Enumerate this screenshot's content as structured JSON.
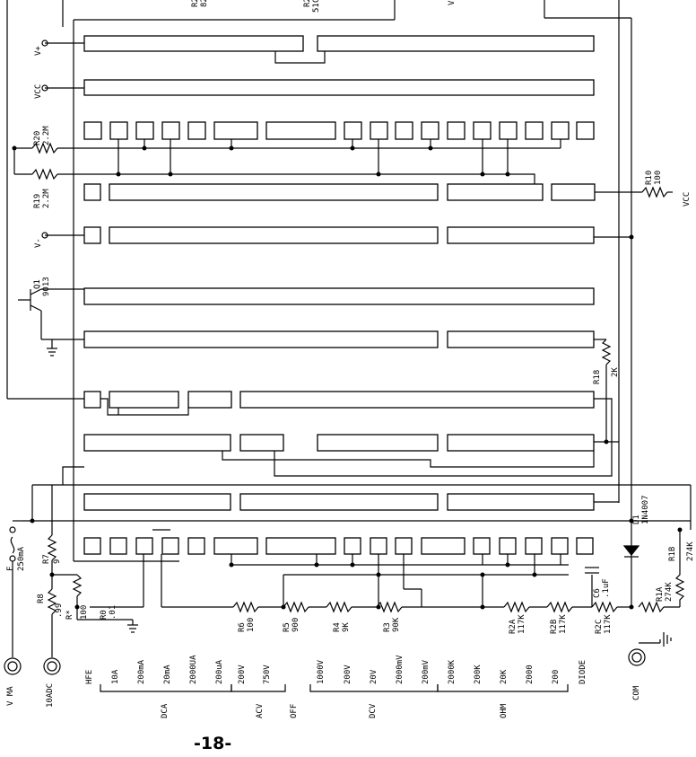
{
  "page_number": "-18-",
  "supplies": {
    "v_plus": "V+",
    "vcc_left": "VCC",
    "v_minus": "V-",
    "vcc_right": "VCC"
  },
  "top_labels": {
    "r2_partial": "R2",
    "r2_partial_val": "82",
    "r2b_partial": "R2",
    "r2b_partial_val": "51C",
    "v_partial": "V"
  },
  "resistors": {
    "r20": [
      "R20",
      "2.2M"
    ],
    "r19": [
      "R19",
      "2.2M"
    ],
    "r10": [
      "R10",
      "100"
    ],
    "r18": [
      "R18",
      "2K"
    ],
    "r7": [
      "R7",
      "9"
    ],
    "r8": [
      "R8",
      ".99"
    ],
    "rstar": [
      "R*",
      "100"
    ],
    "r0": [
      "R0",
      ".01"
    ],
    "r6": [
      "R6",
      "100"
    ],
    "r5": [
      "R5",
      "900"
    ],
    "r4": [
      "R4",
      "9K"
    ],
    "r3": [
      "R3",
      "90K"
    ],
    "r2a": [
      "R2A",
      "117K"
    ],
    "r2b": [
      "R2B",
      "117K"
    ],
    "r2c": [
      "R2C",
      "117K"
    ],
    "r1a": [
      "R1A",
      "274K"
    ],
    "r1b": [
      "R1B",
      "274K"
    ]
  },
  "components": {
    "q1": [
      "Q1",
      "9013"
    ],
    "fuse": [
      "F",
      "250mA"
    ],
    "d1": [
      "D1",
      "1N4007"
    ],
    "c6": [
      "C6",
      ".1uF"
    ]
  },
  "terminals": {
    "vma": "V MA",
    "adc10": "10ADC",
    "com": "COM"
  },
  "ranges": [
    "HFE",
    "10A",
    "200mA",
    "20mA",
    "2000UA",
    "200uA",
    "200V",
    "750V",
    "1000V",
    "200V",
    "20V",
    "2000mV",
    "200mV",
    "2000K",
    "200K",
    "20K",
    "2000",
    "200",
    "DIODE"
  ],
  "groups": {
    "dca": "DCA",
    "acv": "ACV",
    "off": "OFF",
    "dcv": "DCV",
    "ohm": "OHM"
  }
}
